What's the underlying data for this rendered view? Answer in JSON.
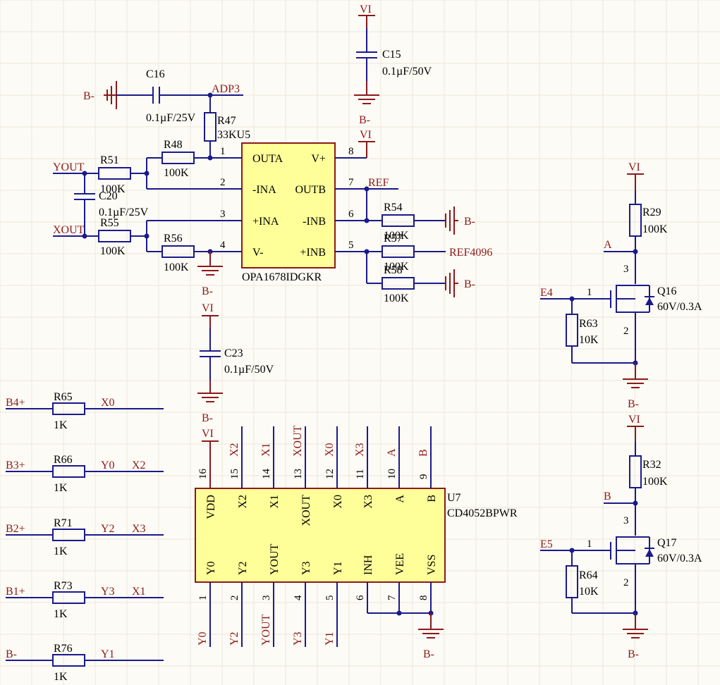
{
  "components": {
    "C16": {
      "ref": "C16",
      "value": "0.1µF/25V"
    },
    "C15": {
      "ref": "C15",
      "value": "0.1µF/50V"
    },
    "C20": {
      "ref": "C20",
      "value": "0.1µF/25V"
    },
    "C23": {
      "ref": "C23",
      "value": "0.1µF/50V"
    },
    "R47": {
      "ref": "R47",
      "value": "33KU5"
    },
    "R48": {
      "ref": "R48",
      "value": "100K"
    },
    "R51": {
      "ref": "R51",
      "value": "100K"
    },
    "R55": {
      "ref": "R55",
      "value": "100K"
    },
    "R56": {
      "ref": "R56",
      "value": "100K"
    },
    "R54": {
      "ref": "R54",
      "value": "100K"
    },
    "R57": {
      "ref": "R57",
      "value": "100K"
    },
    "R58": {
      "ref": "R58",
      "value": "100K"
    },
    "R29": {
      "ref": "R29",
      "value": "100K"
    },
    "R32": {
      "ref": "R32",
      "value": "100K"
    },
    "R63": {
      "ref": "R63",
      "value": "10K"
    },
    "R64": {
      "ref": "R64",
      "value": "10K"
    },
    "R65": {
      "ref": "R65",
      "value": "1K"
    },
    "R66": {
      "ref": "R66",
      "value": "1K"
    },
    "R71": {
      "ref": "R71",
      "value": "1K"
    },
    "R73": {
      "ref": "R73",
      "value": "1K"
    },
    "R76": {
      "ref": "R76",
      "value": "1K"
    },
    "Q16": {
      "ref": "Q16",
      "value": "60V/0.3A"
    },
    "Q17": {
      "ref": "Q17",
      "value": "60V/0.3A"
    }
  },
  "opamp": {
    "ref": "OPA1678IDGKR",
    "pins_left": [
      {
        "num": "1",
        "name": "OUTA"
      },
      {
        "num": "2",
        "name": "-INA"
      },
      {
        "num": "3",
        "name": "+INA"
      },
      {
        "num": "4",
        "name": "V-"
      }
    ],
    "pins_right": [
      {
        "num": "8",
        "name": "V+"
      },
      {
        "num": "7",
        "name": "OUTB"
      },
      {
        "num": "6",
        "name": "-INB"
      },
      {
        "num": "5",
        "name": "+INB"
      }
    ]
  },
  "mux": {
    "ref": "U7",
    "part": "CD4052BPWR",
    "pins_top": [
      {
        "num": "16",
        "name": "VDD",
        "net": "VI"
      },
      {
        "num": "15",
        "name": "X2",
        "net": "X2"
      },
      {
        "num": "14",
        "name": "X1",
        "net": "X1"
      },
      {
        "num": "13",
        "name": "XOUT",
        "net": "XOUT"
      },
      {
        "num": "12",
        "name": "X0",
        "net": "X0"
      },
      {
        "num": "11",
        "name": "X3",
        "net": "X3"
      },
      {
        "num": "10",
        "name": "A",
        "net": "A"
      },
      {
        "num": "9",
        "name": "B",
        "net": "B"
      }
    ],
    "pins_bottom": [
      {
        "num": "1",
        "name": "Y0",
        "net": "Y0"
      },
      {
        "num": "2",
        "name": "Y2",
        "net": "Y2"
      },
      {
        "num": "3",
        "name": "YOUT",
        "net": "YOUT"
      },
      {
        "num": "4",
        "name": "Y3",
        "net": "Y3"
      },
      {
        "num": "5",
        "name": "Y1",
        "net": "Y1"
      },
      {
        "num": "6",
        "name": "INH",
        "net": ""
      },
      {
        "num": "7",
        "name": "VEE",
        "net": ""
      },
      {
        "num": "8",
        "name": "VSS",
        "net": ""
      }
    ]
  },
  "nets": {
    "vi": "VI",
    "bminus": "B-",
    "adp3": "ADP3",
    "yout": "YOUT",
    "xout": "XOUT",
    "ref": "REF",
    "ref4096": "REF4096",
    "a": "A",
    "b": "B",
    "e4": "E4",
    "e5": "E5"
  },
  "inputs": [
    {
      "net": "B4+",
      "res": "R65",
      "val": "1K",
      "out": "X0",
      "extra": ""
    },
    {
      "net": "B3+",
      "res": "R66",
      "val": "1K",
      "out": "Y0",
      "extra": "X2"
    },
    {
      "net": "B2+",
      "res": "R71",
      "val": "1K",
      "out": "Y2",
      "extra": "X3"
    },
    {
      "net": "B1+",
      "res": "R73",
      "val": "1K",
      "out": "Y3",
      "extra": "X1"
    },
    {
      "net": "B-",
      "res": "R76",
      "val": "1K",
      "out": "Y1",
      "extra": ""
    }
  ],
  "mosfet_pins": {
    "gate": "1",
    "drain": "3",
    "source": "2"
  },
  "colors": {
    "wire": "#1a1a8c",
    "power": "#8b1a1a",
    "body": "#ffff99",
    "background": "#fdfbf5"
  }
}
